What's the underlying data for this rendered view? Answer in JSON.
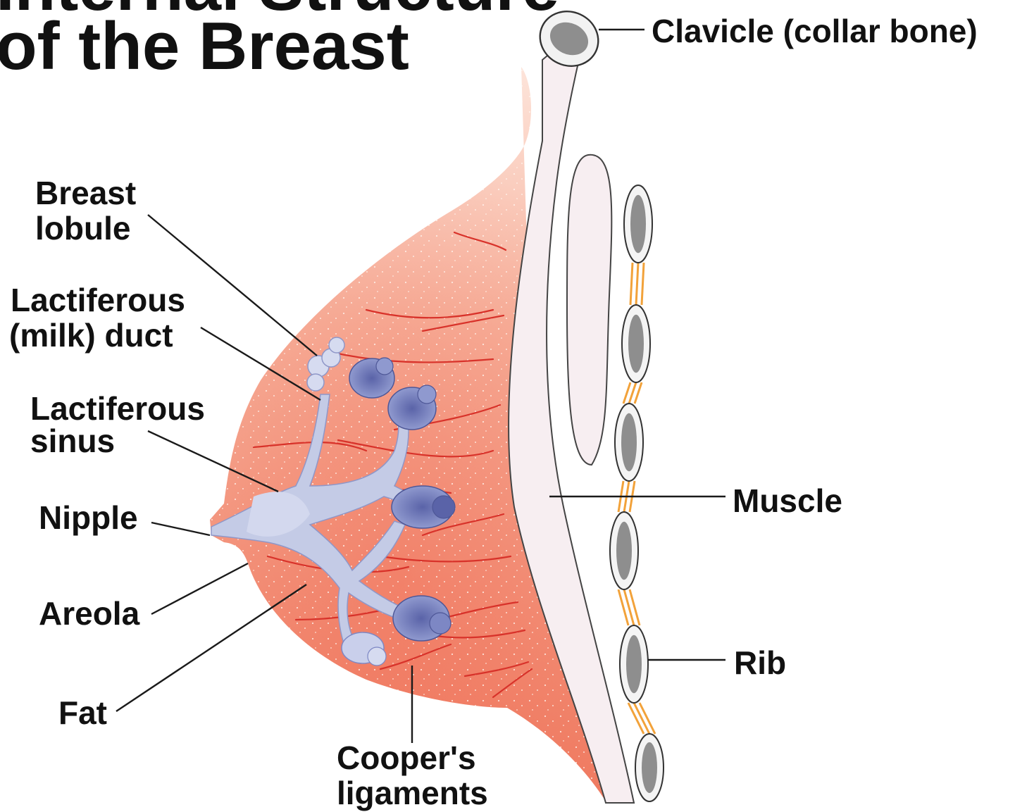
{
  "title": {
    "line1": "Internal Structure",
    "line2": "of the Breast"
  },
  "labels": {
    "clavicle": "Clavicle (collar bone)",
    "breast_lobule_1": "Breast",
    "breast_lobule_2": "lobule",
    "milk_duct_1": "Lactiferous",
    "milk_duct_2": "(milk) duct",
    "sinus_1": "Lactiferous",
    "sinus_2": "sinus",
    "nipple": "Nipple",
    "areola": "Areola",
    "fat": "Fat",
    "coopers_1": "Cooper's",
    "coopers_2": "ligaments",
    "muscle": "Muscle",
    "rib": "Rib"
  },
  "colors": {
    "tissue": "#f08a72",
    "tissue_light": "#fbd9cc",
    "ligament": "#d8322a",
    "duct": "#b9c3e2",
    "lobule": "#6f7ab8",
    "muscle": "#f6eef0",
    "bone": "#8e8e8e",
    "cartilage": "#f2a23a"
  }
}
